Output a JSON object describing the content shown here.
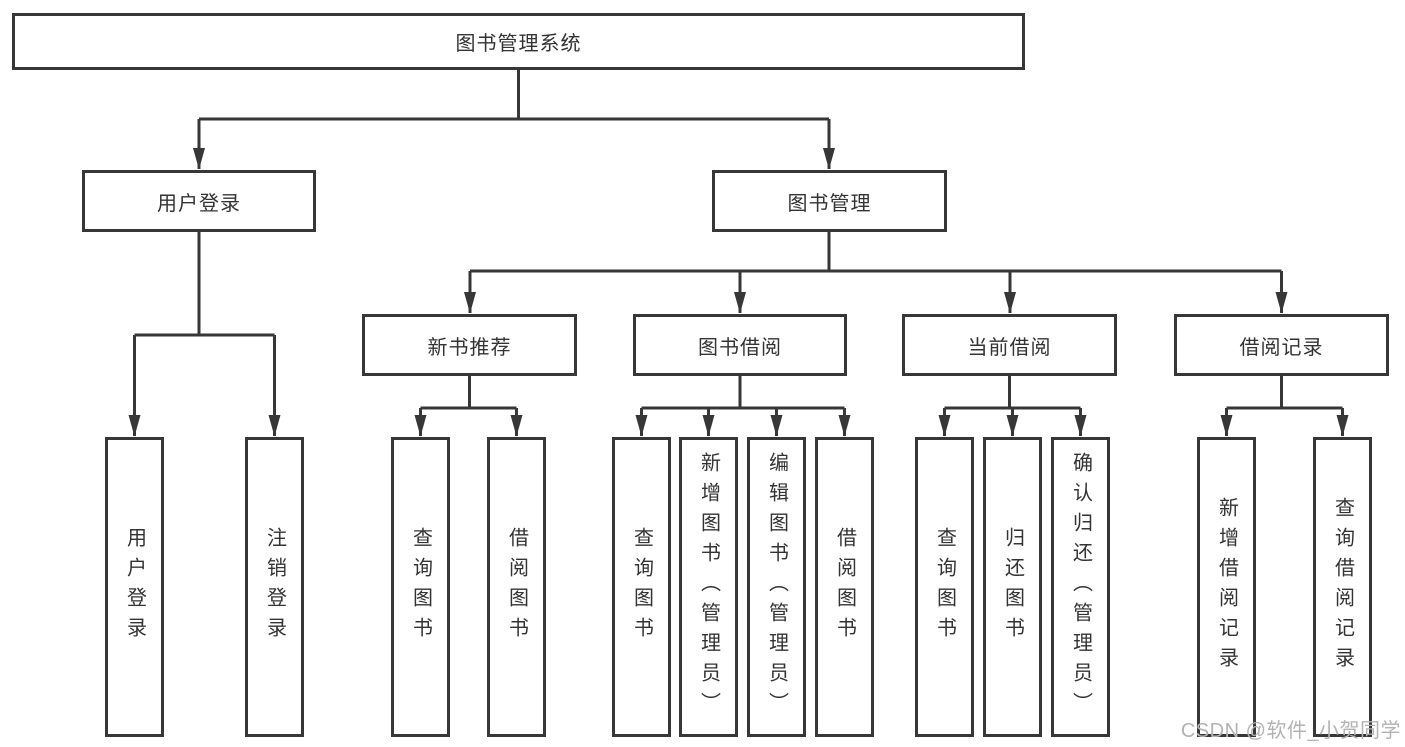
{
  "title": "图书管理系统",
  "level2": {
    "user_login": {
      "label": "用户登录",
      "children": [
        "用户登录",
        "注销登录"
      ]
    },
    "book_mgmt": {
      "label": "图书管理"
    }
  },
  "level3": {
    "new_books": {
      "label": "新书推荐",
      "children": [
        "查询图书",
        "借阅图书"
      ]
    },
    "book_borrow": {
      "label": "图书借阅",
      "children": [
        "查询图书",
        "新增图书（管理员）",
        "编辑图书（管理员）",
        "借阅图书"
      ]
    },
    "current_borrow": {
      "label": "当前借阅",
      "children": [
        "查询图书",
        "归还图书",
        "确认归还（管理员）"
      ]
    },
    "borrow_records": {
      "label": "借阅记录",
      "children": [
        "新增借阅记录",
        "查询借阅记录"
      ]
    }
  },
  "watermark": "CSDN @软件_小贺同学",
  "colors": {
    "line": "#373737",
    "text": "#333333",
    "watermark": "#b3b3b3",
    "background": "#ffffff"
  }
}
